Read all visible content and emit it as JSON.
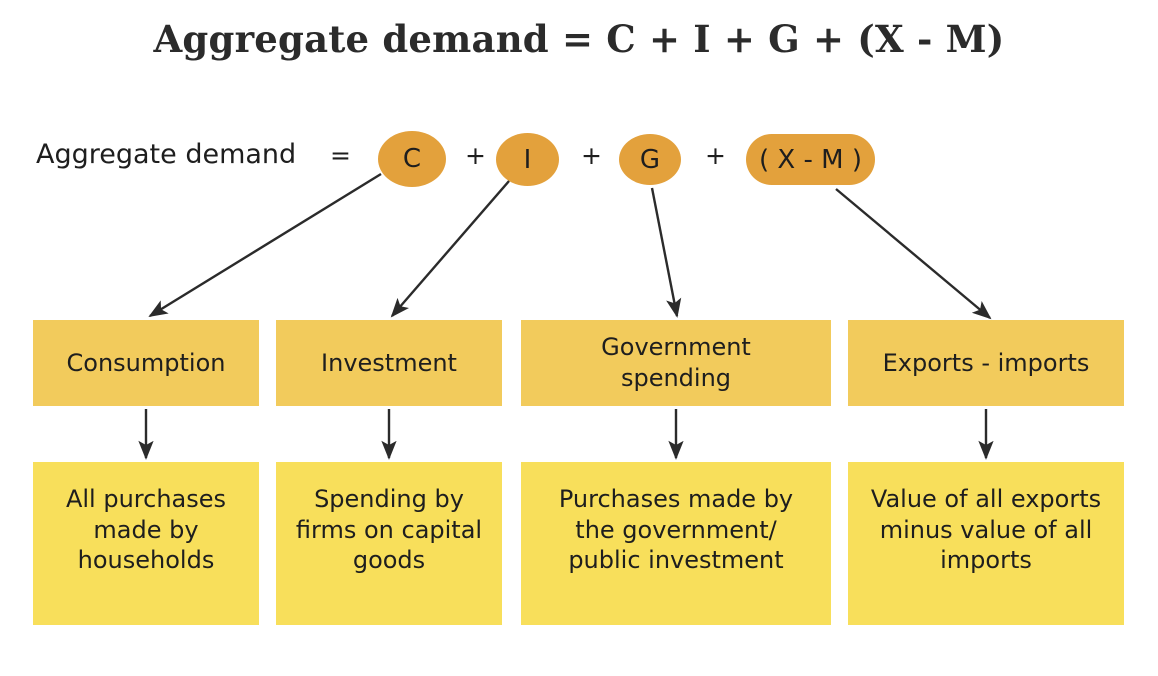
{
  "title": "Aggregate demand = C + I + G + (X - M)",
  "equation": {
    "label": "Aggregate demand",
    "equals": "=",
    "operators": [
      "+",
      "+",
      "+"
    ],
    "nodes": [
      {
        "id": "C",
        "label": "C",
        "shape": "ellipse"
      },
      {
        "id": "I",
        "label": "I",
        "shape": "ellipse"
      },
      {
        "id": "G",
        "label": "G",
        "shape": "ellipse"
      },
      {
        "id": "XM",
        "label": "( X - M )",
        "shape": "pill"
      }
    ]
  },
  "components": [
    {
      "name": "Consumption",
      "description_lines": [
        "All purchases",
        "made by",
        "households"
      ]
    },
    {
      "name": "Investment",
      "description_lines": [
        "Spending by",
        "firms on capital",
        "goods"
      ]
    },
    {
      "name": "Government spending",
      "name_lines": [
        "Government",
        "spending"
      ],
      "description_lines": [
        "Purchases made by",
        "the government/",
        "public investment"
      ]
    },
    {
      "name": "Exports - imports",
      "description_lines": [
        "Value of all exports",
        "minus value of all",
        "imports"
      ]
    }
  ],
  "colors": {
    "node_orange": "#e3a13c",
    "tier1_yellow": "#f2cb5c",
    "tier2_yellow": "#f8df5b",
    "text": "#1e1e1e",
    "arrow": "#2b2b2b",
    "background": "#ffffff"
  },
  "chart_data": {
    "type": "diagram",
    "title": "Aggregate demand = C + I + G + (X - M)",
    "diagram_kind": "flow/tree",
    "levels": 3,
    "nodes": [
      {
        "level": 0,
        "label": "C",
        "shape": "ellipse",
        "color": "#e3a13c"
      },
      {
        "level": 0,
        "label": "I",
        "shape": "ellipse",
        "color": "#e3a13c"
      },
      {
        "level": 0,
        "label": "G",
        "shape": "ellipse",
        "color": "#e3a13c"
      },
      {
        "level": 0,
        "label": "( X - M )",
        "shape": "pill",
        "color": "#e3a13c"
      },
      {
        "level": 1,
        "label": "Consumption",
        "shape": "rect",
        "color": "#f2cb5c"
      },
      {
        "level": 1,
        "label": "Investment",
        "shape": "rect",
        "color": "#f2cb5c"
      },
      {
        "level": 1,
        "label": "Government spending",
        "shape": "rect",
        "color": "#f2cb5c"
      },
      {
        "level": 1,
        "label": "Exports - imports",
        "shape": "rect",
        "color": "#f2cb5c"
      },
      {
        "level": 2,
        "label": "All purchases made by households",
        "shape": "rect",
        "color": "#f8df5b"
      },
      {
        "level": 2,
        "label": "Spending by firms on capital goods",
        "shape": "rect",
        "color": "#f8df5b"
      },
      {
        "level": 2,
        "label": "Purchases made by the government/ public investment",
        "shape": "rect",
        "color": "#f8df5b"
      },
      {
        "level": 2,
        "label": "Value of all exports minus value of all imports",
        "shape": "rect",
        "color": "#f8df5b"
      }
    ],
    "edges": [
      {
        "from": "C",
        "to": "Consumption"
      },
      {
        "from": "I",
        "to": "Investment"
      },
      {
        "from": "G",
        "to": "Government spending"
      },
      {
        "from": "( X - M )",
        "to": "Exports - imports"
      },
      {
        "from": "Consumption",
        "to": "All purchases made by households"
      },
      {
        "from": "Investment",
        "to": "Spending by firms on capital goods"
      },
      {
        "from": "Government spending",
        "to": "Purchases made by the government/ public investment"
      },
      {
        "from": "Exports - imports",
        "to": "Value of all exports minus value of all imports"
      }
    ]
  }
}
